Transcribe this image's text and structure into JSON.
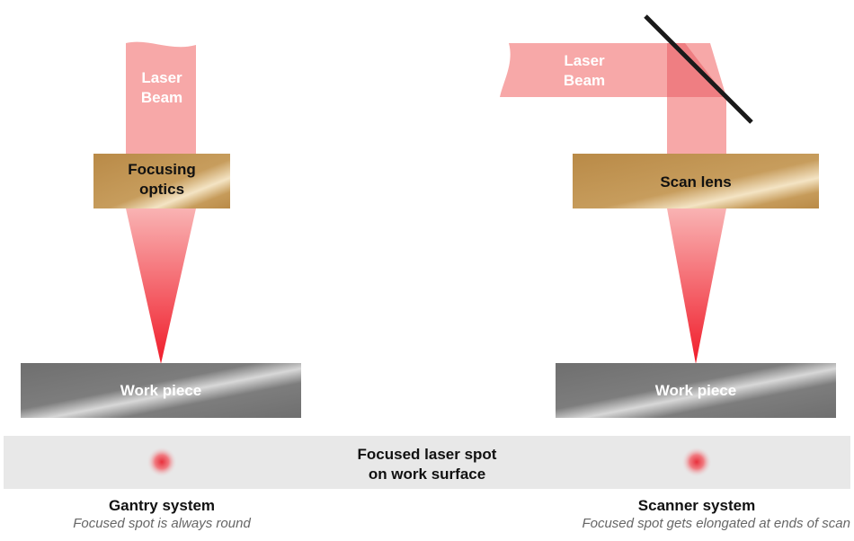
{
  "left": {
    "beam_label_line1": "Laser",
    "beam_label_line2": "Beam",
    "optics_label_line1": "Focusing",
    "optics_label_line2": "optics",
    "workpiece_label": "Work piece",
    "system_title": "Gantry system",
    "system_note": "Focused spot is always round"
  },
  "right": {
    "beam_label_line1": "Laser",
    "beam_label_line2": "Beam",
    "optics_label": "Scan lens",
    "workpiece_label": "Work piece",
    "system_title": "Scanner system",
    "system_note": "Focused spot gets elongated at ends of scan"
  },
  "surface_band": {
    "label_line1": "Focused laser spot",
    "label_line2": "on work surface"
  },
  "colors": {
    "beam": "#f7a8a8",
    "beam_focus": "#f2333d",
    "optics": "#c49a5a",
    "workpiece": "#7a7a7a",
    "band": "#e8e8e8",
    "mirror": "#1a1a1a"
  }
}
